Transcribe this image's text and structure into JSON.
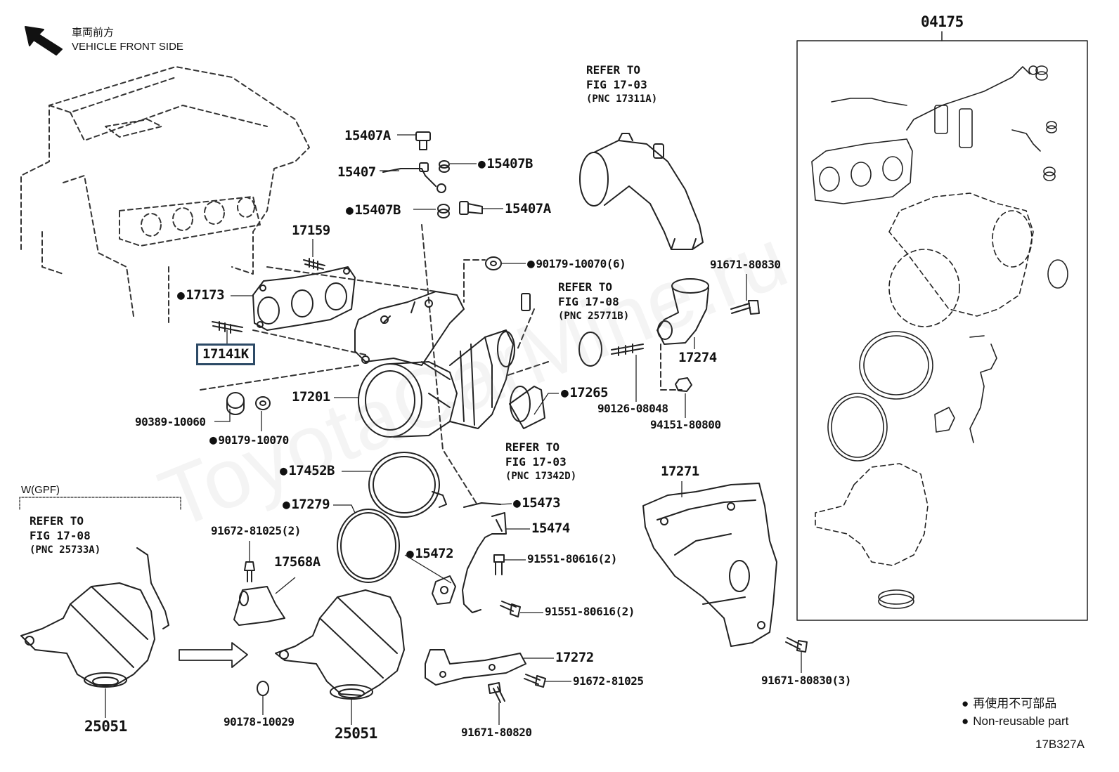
{
  "header": {
    "direction_jp": "車両前方",
    "direction_en": "VEHICLE FRONT SIDE"
  },
  "group_box": {
    "number": "04175"
  },
  "refs": {
    "intake_pipe": {
      "line1": "REFER TO",
      "line2": "FIG 17-03",
      "line3": "(PNC 17311A)"
    },
    "sensor": {
      "line1": "REFER TO",
      "line2": "FIG 17-08",
      "line3": "(PNC 25771B)"
    },
    "hose": {
      "line1": "REFER TO",
      "line2": "FIG 17-03",
      "line3": "(PNC 17342D)"
    },
    "gpf": {
      "line1": "REFER TO",
      "line2": "FIG 17-08",
      "line3": "(PNC 25733A)"
    }
  },
  "gpf_label": "W(GPF)",
  "parts": {
    "p15407A_top": "15407A",
    "p15407": "15407",
    "p15407B_right": "15407B",
    "p15407B_left": "15407B",
    "p15407A_right": "15407A",
    "p17159": "17159",
    "p90179_10070_6": "90179-10070(6)",
    "p17173": "17173",
    "p17141K": "17141K",
    "p17201": "17201",
    "p90389": "90389-10060",
    "p90179_10070": "90179-10070",
    "p17265": "17265",
    "p90126": "90126-08048",
    "p94151": "94151-80800",
    "p91671_80830": "91671-80830",
    "p17274": "17274",
    "p17452B": "17452B",
    "p17279": "17279",
    "p15473": "15473",
    "p15474": "15474",
    "p15472": "15472",
    "p91551_a": "91551-80616(2)",
    "p91551_b": "91551-80616(2)",
    "p91672_2": "91672-81025(2)",
    "p17568A": "17568A",
    "p17271": "17271",
    "p17272": "17272",
    "p91672": "91672-81025",
    "p91671_80820": "91671-80820",
    "p91671_80830_3": "91671-80830(3)",
    "p90178": "90178-10029",
    "p25051_left": "25051",
    "p25051_right": "25051"
  },
  "legend": {
    "jp": "再使用不可部品",
    "en": "Non-reusable part"
  },
  "figure_code": "17B327A"
}
